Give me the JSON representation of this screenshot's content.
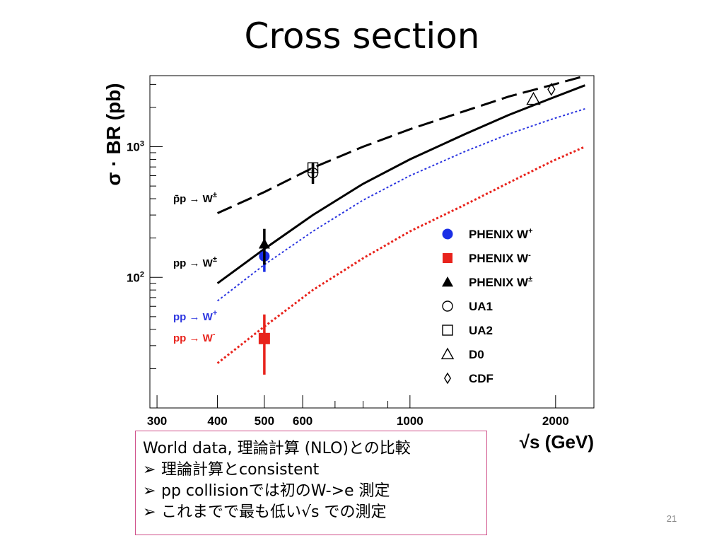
{
  "slide": {
    "title": "Cross section",
    "page_number": "21",
    "notes": {
      "heading": "World data, 理論計算 (NLO)との比較",
      "bullets": [
        "理論計算とconsistent",
        "pp collisionでは初のW->e 測定",
        "これまでで最も低い√s での測定"
      ],
      "bullet_symbol": "➢",
      "border_color": "#d0508a"
    }
  },
  "chart_data": {
    "type": "scatter",
    "title": "",
    "xlabel": "√s (GeV)",
    "ylabel": "σ · BR (pb)",
    "x_scale": "log",
    "y_scale": "log",
    "xlim": [
      290,
      2400
    ],
    "ylim": [
      10,
      3500
    ],
    "x_ticks": [
      {
        "value": 300,
        "label": "300"
      },
      {
        "value": 400,
        "label": "400"
      },
      {
        "value": 500,
        "label": "500"
      },
      {
        "value": 600,
        "label": "600"
      },
      {
        "value": 1000,
        "label": "1000"
      },
      {
        "value": 2000,
        "label": "2000"
      }
    ],
    "y_ticks": [
      {
        "value": 100,
        "label": "10²"
      },
      {
        "value": 1000,
        "label": "10³"
      }
    ],
    "grid": false,
    "legend_position": "right",
    "curves": [
      {
        "name": "p̄p → W±",
        "style": "dashed",
        "color": "#000000",
        "x": [
          400,
          500,
          630,
          800,
          1000,
          1300,
          1600,
          1960,
          2300
        ],
        "y": [
          310,
          450,
          690,
          1000,
          1360,
          1880,
          2420,
          2960,
          3480
        ]
      },
      {
        "name": "pp → W±",
        "style": "solid",
        "color": "#000000",
        "x": [
          400,
          500,
          630,
          800,
          1000,
          1300,
          1600,
          1960,
          2300
        ],
        "y": [
          90,
          165,
          300,
          520,
          800,
          1250,
          1750,
          2350,
          2950
        ]
      },
      {
        "name": "pp → W+",
        "style": "dotted",
        "color": "#2b35e0",
        "x": [
          400,
          500,
          630,
          800,
          1000,
          1300,
          1600,
          1960,
          2300
        ],
        "y": [
          66,
          125,
          225,
          390,
          600,
          920,
          1250,
          1620,
          1950
        ]
      },
      {
        "name": "pp → W-",
        "style": "dotted",
        "color": "#e8231c",
        "x": [
          400,
          500,
          630,
          800,
          1000,
          1300,
          1600,
          1960,
          2300
        ],
        "y": [
          22,
          42,
          80,
          140,
          225,
          360,
          530,
          770,
          1000
        ]
      }
    ],
    "series": [
      {
        "name": "PHENIX W+",
        "marker": "circle-filled",
        "color": "#1a2ee6",
        "points": [
          {
            "x": 500,
            "y": 145,
            "err_lo": 110,
            "err_hi": 190
          }
        ]
      },
      {
        "name": "PHENIX W-",
        "marker": "square-filled",
        "color": "#e8231c",
        "points": [
          {
            "x": 500,
            "y": 34,
            "err_lo": 18,
            "err_hi": 52
          }
        ]
      },
      {
        "name": "PHENIX W±",
        "marker": "triangle-filled",
        "color": "#000000",
        "points": [
          {
            "x": 500,
            "y": 180,
            "err_lo": 125,
            "err_hi": 235
          }
        ]
      },
      {
        "name": "UA1",
        "marker": "circle-open",
        "color": "#000000",
        "points": [
          {
            "x": 630,
            "y": 630,
            "err_lo": 520,
            "err_hi": 740
          }
        ]
      },
      {
        "name": "UA2",
        "marker": "square-open",
        "color": "#000000",
        "points": [
          {
            "x": 630,
            "y": 690,
            "err_lo": 620,
            "err_hi": 760
          }
        ]
      },
      {
        "name": "D0",
        "marker": "triangle-open",
        "color": "#000000",
        "points": [
          {
            "x": 1800,
            "y": 2310
          }
        ]
      },
      {
        "name": "CDF",
        "marker": "diamond-open",
        "color": "#000000",
        "points": [
          {
            "x": 1960,
            "y": 2750
          }
        ]
      }
    ],
    "legend": [
      {
        "label": "PHENIX W",
        "sup": "+",
        "marker": "circle-filled",
        "color": "#1a2ee6"
      },
      {
        "label": "PHENIX W",
        "sup": "-",
        "marker": "square-filled",
        "color": "#e8231c"
      },
      {
        "label": "PHENIX W",
        "sup": "±",
        "marker": "triangle-filled",
        "color": "#000000"
      },
      {
        "label": "UA1",
        "sup": "",
        "marker": "circle-open",
        "color": "#000000"
      },
      {
        "label": "UA2",
        "sup": "",
        "marker": "square-open",
        "color": "#000000"
      },
      {
        "label": "D0",
        "sup": "",
        "marker": "triangle-open",
        "color": "#000000"
      },
      {
        "label": "CDF",
        "sup": "",
        "marker": "diamond-open",
        "color": "#000000"
      }
    ],
    "curve_labels": [
      {
        "curve": 0,
        "text": "p̄p → W",
        "sup": "±",
        "color": "#000000"
      },
      {
        "curve": 1,
        "text": "pp → W",
        "sup": "±",
        "color": "#000000"
      },
      {
        "curve": 2,
        "text": "pp → W",
        "sup": "+",
        "color": "#2b35e0"
      },
      {
        "curve": 3,
        "text": "pp → W",
        "sup": "-",
        "color": "#e8231c"
      }
    ]
  }
}
